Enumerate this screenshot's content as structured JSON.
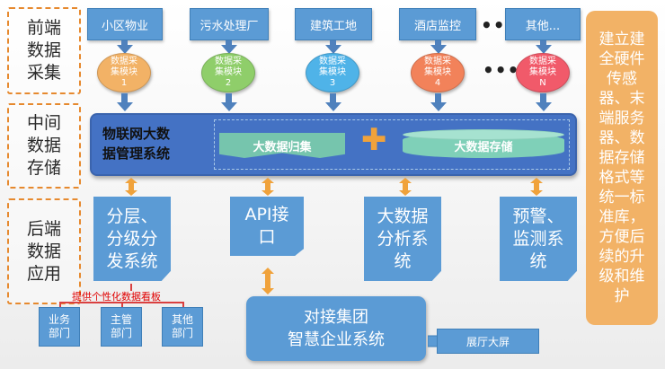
{
  "bands": [
    {
      "label": "前端\n数据\n采集"
    },
    {
      "label": "中间\n数据\n存储"
    },
    {
      "label": "后端\n数据\n应用"
    }
  ],
  "sources": [
    {
      "label": "小区物业"
    },
    {
      "label": "污水处理厂"
    },
    {
      "label": "建筑工地"
    },
    {
      "label": "酒店监控"
    },
    {
      "label": "其他..."
    }
  ],
  "dots": "•••",
  "modules": [
    {
      "label": "数据采\n集模块",
      "num": "1",
      "color": "#f2b266"
    },
    {
      "label": "数据采\n集模块",
      "num": "2",
      "color": "#8fce6a"
    },
    {
      "label": "数据采\n集模块",
      "num": "3",
      "color": "#4fb3e8"
    },
    {
      "label": "数据采\n集模块",
      "num": "4",
      "color": "#f2825a"
    },
    {
      "label": "数据采\n集模块",
      "num": "N",
      "color": "#f15a6a"
    }
  ],
  "storage": {
    "title": "物联网大数\n据管理系统",
    "collect": "大数据归集",
    "store": "大数据存储"
  },
  "apps": [
    {
      "label": "分层、\n分级分\n发系统"
    },
    {
      "label": "API接\n口"
    },
    {
      "label": "大数据\n分析系\n统"
    },
    {
      "label": "预警、\n监测系\n统"
    }
  ],
  "note": "提供个性化数据看板",
  "depts": [
    {
      "label": "业务\n部门"
    },
    {
      "label": "主管\n部门"
    },
    {
      "label": "其他\n部门"
    }
  ],
  "connect": "对接集团\n智慧企业系统",
  "hall": "展厅大屏",
  "side_text": "建立建全硬件传感器、末端服务器、数据存储格式等统一标准库，方便后续的升级和维护"
}
